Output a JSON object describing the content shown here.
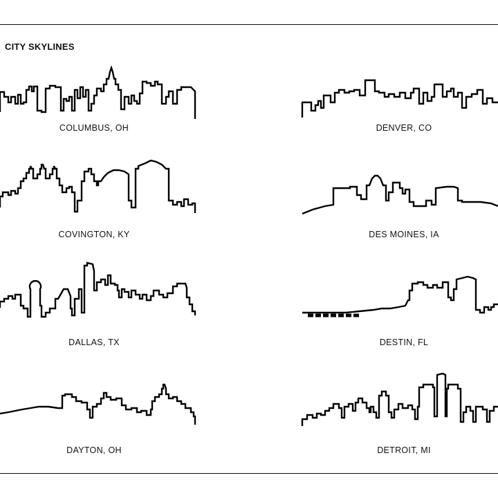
{
  "heading": "CITY SKYLINES",
  "cities": [
    {
      "label": "COLUMBUS, OH"
    },
    {
      "label": "DENVER, CO"
    },
    {
      "label": "COVINGTON, KY"
    },
    {
      "label": "DES MOINES, IA"
    },
    {
      "label": "DALLAS, TX"
    },
    {
      "label": "DESTIN, FL"
    },
    {
      "label": "DAYTON, OH"
    },
    {
      "label": "DETROIT, MI"
    }
  ]
}
